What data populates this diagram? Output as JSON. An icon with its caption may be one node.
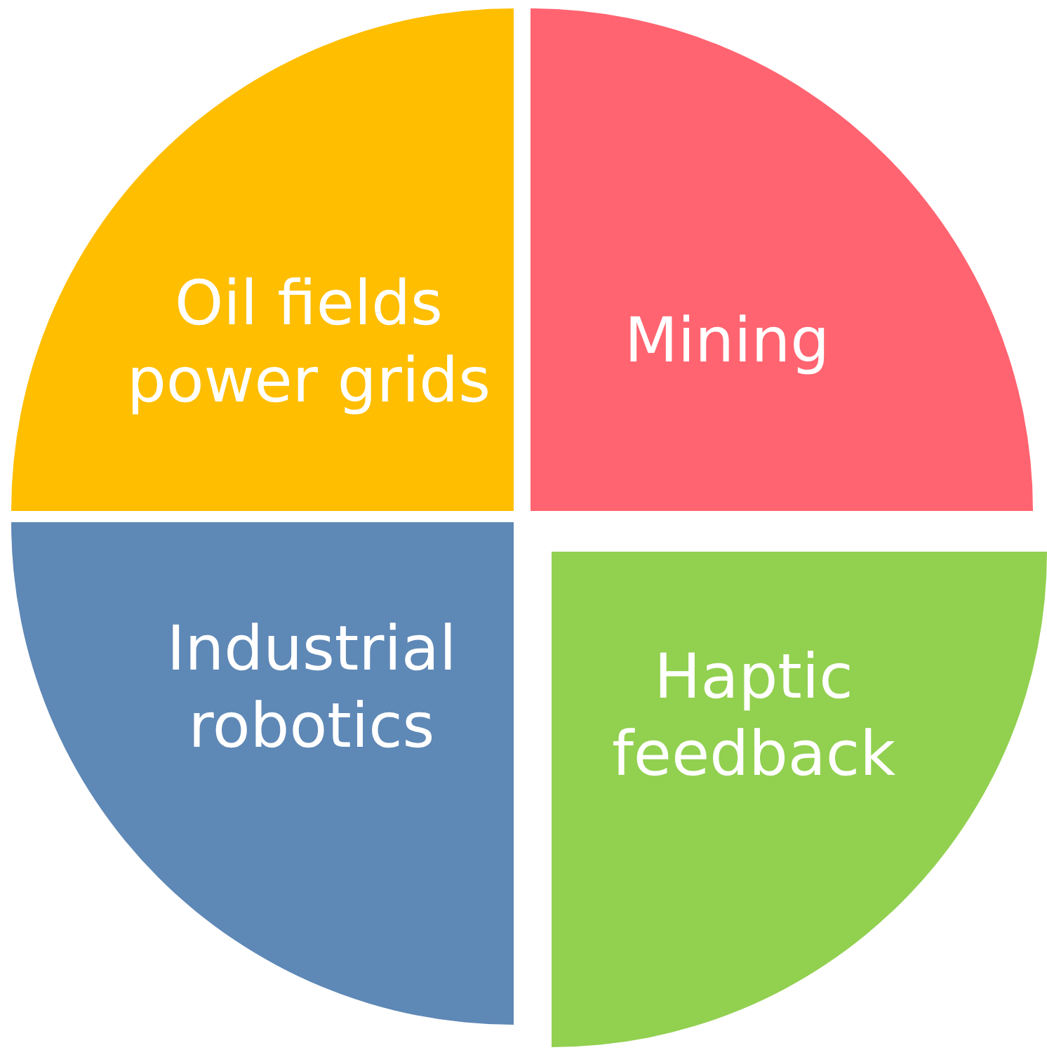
{
  "diagram": {
    "nodes": [
      {
        "text": [
          "Oil fields power grids"
        ]
      },
      {
        "text": [
          "Mining"
        ]
      },
      {
        "text": [
          "Industrial robotics"
        ]
      },
      {
        "text": [
          "Haptic feedback"
        ]
      }
    ]
  }
}
